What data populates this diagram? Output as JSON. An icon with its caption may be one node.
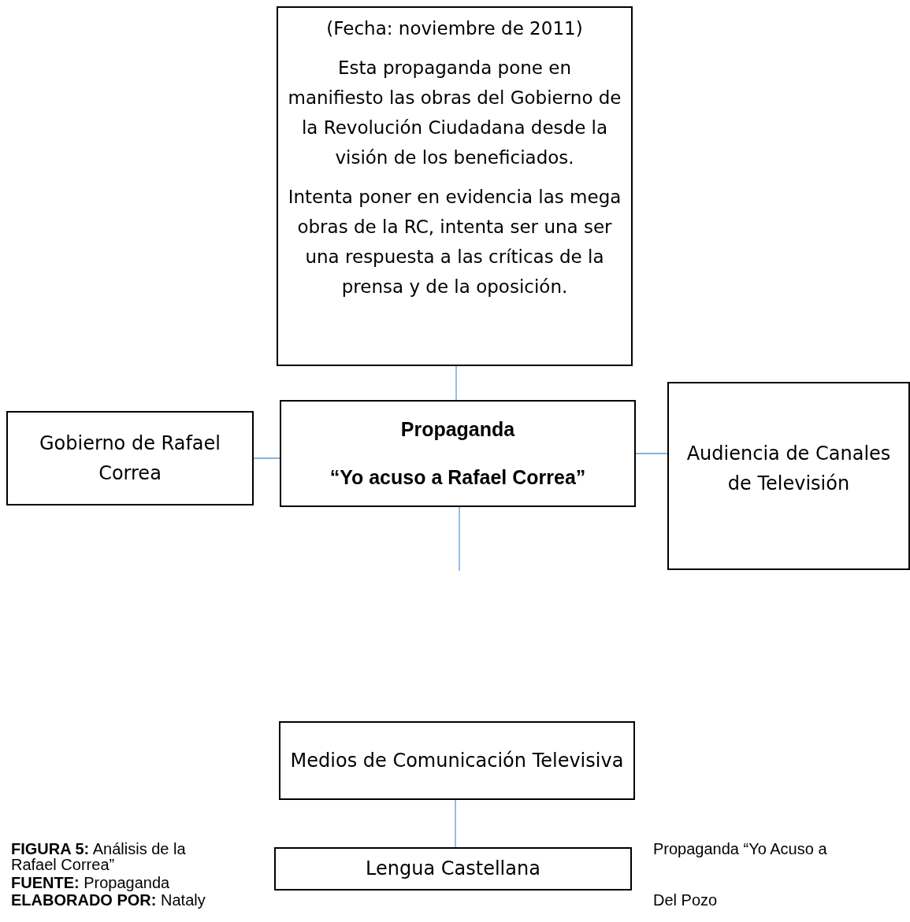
{
  "diagram": {
    "nodes": [
      {
        "text": [
          "(Fecha: noviembre  de 2011)",
          "Esta propaganda pone en manifiesto las obras del Gobierno de la Revolución Ciudadana desde la visión de los beneficiados.",
          "Intenta poner en evidencia las mega obras de la RC, intenta ser una ser una respuesta a las críticas de la prensa y de la oposición."
        ]
      },
      {
        "text": [
          "Gobierno de Rafael Correa"
        ]
      },
      {
        "text": [
          "Propaganda",
          "“Yo acuso a Rafael Correa”"
        ]
      },
      {
        "text": [
          "Audiencia de Canales de Televisión"
        ]
      },
      {
        "text": [
          "Medios de Comunicación Televisiva"
        ]
      },
      {
        "text": [
          "Lengua Castellana"
        ]
      }
    ],
    "edges": [
      {
        "from": 0,
        "to": 2,
        "arrow": "none"
      },
      {
        "from": 1,
        "to": 2,
        "arrow": "none"
      },
      {
        "from": 2,
        "to": 3,
        "arrow": "none"
      },
      {
        "from": 2,
        "to": null,
        "arrow": "none"
      },
      {
        "from": 4,
        "to": 5,
        "arrow": "none"
      }
    ],
    "labels": [
      "**FIGURA 5:** Análisis de la",
      "Rafael Correa”",
      "**FUENTE:** Propaganda",
      "**ELABORADO POR:** Nataly",
      "Propaganda “Yo Acuso a",
      "Del Pozo"
    ]
  }
}
